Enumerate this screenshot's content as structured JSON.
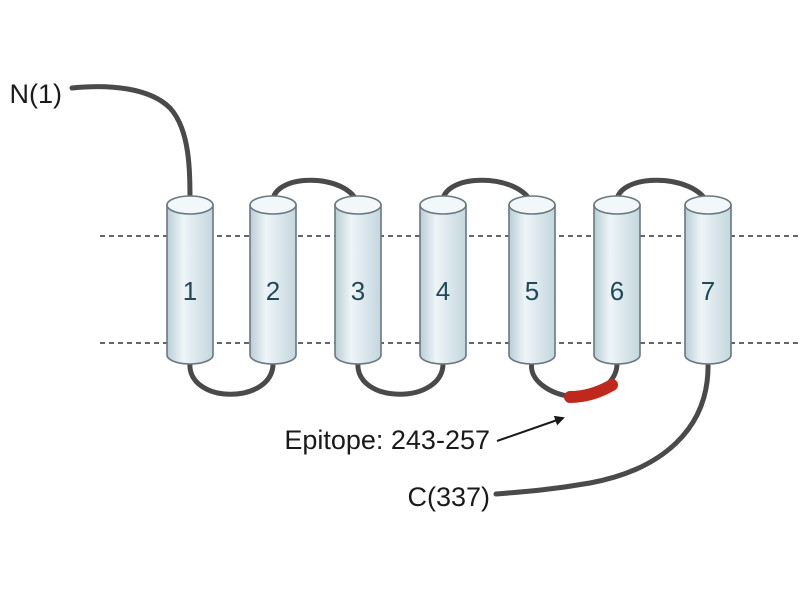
{
  "n_terminus_label": "N(1)",
  "c_terminus_label": "C(337)",
  "epitope_label": "Epitope: 243-257",
  "helices": [
    "1",
    "2",
    "3",
    "4",
    "5",
    "6",
    "7"
  ],
  "colors": {
    "helix_fill": "#d6e6ec",
    "loop": "#4a4a4a",
    "epitope": "#c0281e",
    "helix_number": "#1f4a5a"
  }
}
